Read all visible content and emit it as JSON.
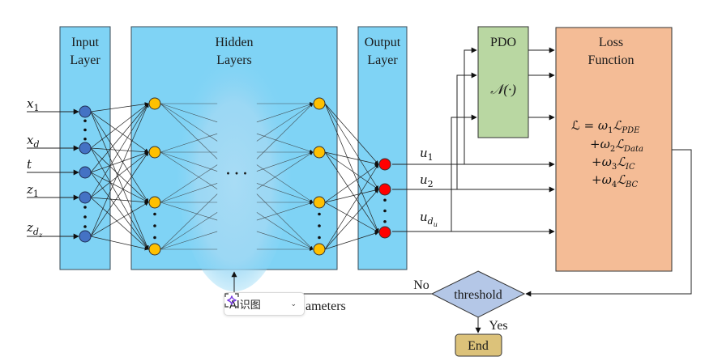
{
  "layers": {
    "input": {
      "line1": "Input",
      "line2": "Layer"
    },
    "hidden": {
      "line1": "Hidden",
      "line2": "Layers"
    },
    "output": {
      "line1": "Output",
      "line2": "Layer"
    }
  },
  "inputs": [
    {
      "base": "x",
      "sub": "1",
      "subsub": ""
    },
    {
      "base": "x",
      "sub": "d",
      "subsub": ""
    },
    {
      "base": "t",
      "sub": "",
      "subsub": ""
    },
    {
      "base": "z",
      "sub": "1",
      "subsub": ""
    },
    {
      "base": "z",
      "sub": "d",
      "subsub": "z"
    }
  ],
  "outputs": [
    {
      "base": "u",
      "sub": "1",
      "subsub": ""
    },
    {
      "base": "u",
      "sub": "2",
      "subsub": ""
    },
    {
      "base": "u",
      "sub": "d",
      "subsub": "u"
    }
  ],
  "hidden_ellipsis": "· · ·",
  "pdo": {
    "title": "PDO",
    "operator": "𝒩(·)"
  },
  "loss": {
    "title_line1": "Loss",
    "title_line2": "Function",
    "terms": [
      {
        "prefix": "ℒ = ",
        "weight": "ω",
        "wsub": "1",
        "sub": "PDE"
      },
      {
        "prefix": "+",
        "weight": "ω",
        "wsub": "2",
        "sub": "Data"
      },
      {
        "prefix": "+",
        "weight": "ω",
        "wsub": "3",
        "sub": "IC"
      },
      {
        "prefix": "+",
        "weight": "ω",
        "wsub": "4",
        "sub": "BC"
      }
    ]
  },
  "decision": {
    "label": "threshold",
    "no_label": "No",
    "yes_label": "Yes"
  },
  "end": {
    "label": "End"
  },
  "update_label": "Update parameters",
  "update_visible_fragment": "ameters",
  "overlay": {
    "label": "AI识图",
    "icon": "sparkle-scan-icon",
    "chevron": "chevron-down-icon"
  },
  "colors": {
    "layer_fill": "#7fd3f5",
    "hidden_glow": "#9ed8f4",
    "input_node": "#4472c4",
    "hidden_node": "#ffc000",
    "output_node": "#ff0000",
    "pdo_fill": "#b9d7a2",
    "loss_fill": "#f4bc96",
    "decision_fill": "#b4c7e7",
    "end_fill": "#dcc27a"
  }
}
